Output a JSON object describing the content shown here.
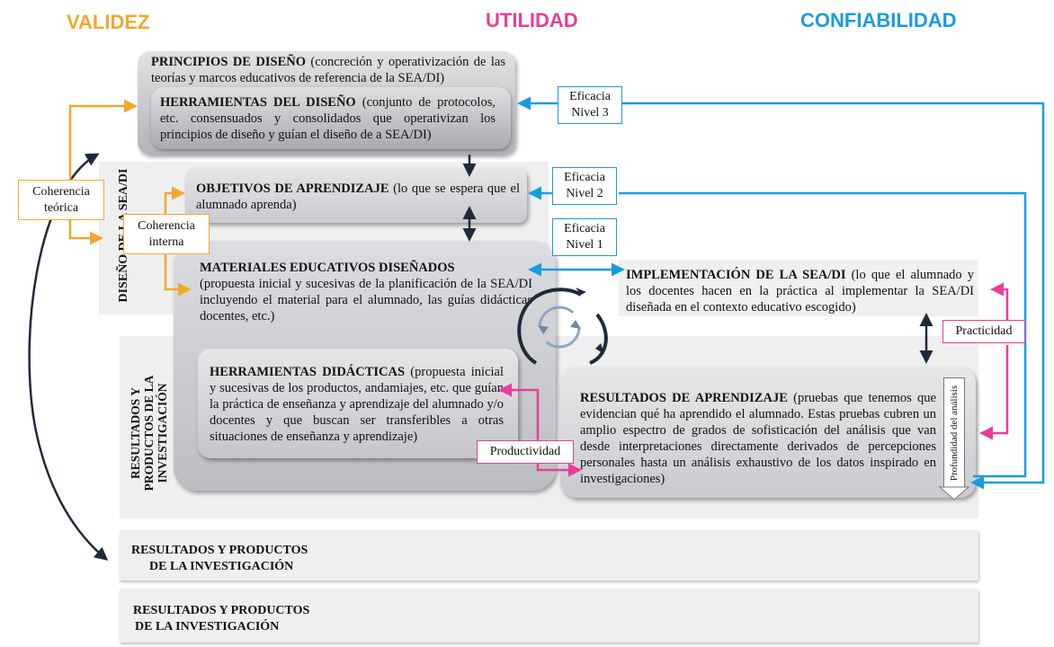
{
  "headers": {
    "validez": "VALIDEZ",
    "utilidad": "UTILIDAD",
    "confiabilidad": "CONFIABILIDAD"
  },
  "colors": {
    "validez": "#f0a830",
    "utilidad": "#e83e97",
    "confiabilidad": "#1a9be0",
    "dark": "#1f2a3a"
  },
  "boxes": {
    "principios": {
      "title": "PRINCIPIOS DE DISEÑO",
      "text": " (concreción y operativización de las teorías y marcos educativos de referencia de la SEA/DI)"
    },
    "herramientas_diseno": {
      "title": "HERRAMIENTAS DEL DISEÑO",
      "text": " (conjunto de protocolos, etc. consensuados y consolidados que operativizan los principios de diseño y guían el diseño de a SEA/DI)"
    },
    "objetivos": {
      "title": "OBJETIVOS DE APRENDIZAJE",
      "text": " (lo que se espera que el alumnado aprenda)"
    },
    "materiales": {
      "title": "MATERIALES EDUCATIVOS DISEÑADOS",
      "text": "(propuesta inicial y sucesivas de la planificación de la SEA/DI incluyendo el material para el alumnado, las guías didácticas docentes, etc.)"
    },
    "herramientas_didacticas": {
      "title": "HERRAMIENTAS DIDÁCTICAS",
      "text": " (propuesta inicial y sucesivas de los productos, andamiajes, etc. que guían la práctica de enseñanza y aprendizaje del alumnado y/o docentes y que buscan ser transferibles a otras situaciones de enseñanza y aprendizaje)"
    },
    "implementacion": {
      "title": "IMPLEMENTACIÓN DE LA SEA/DI",
      "text": " (lo que el alumnado y los docentes hacen en la práctica al implementar la SEA/DI diseñada en el contexto educativo escogido)"
    },
    "resultados_aprendizaje": {
      "title": "RESULTADOS DE APRENDIZAJE",
      "text": " (pruebas que tenemos que evidencian qué ha aprendido el alumnado. Estas pruebas cubren un amplio espectro de grados de sofisticación del análisis que van desde interpretaciones directamente derivados de percepciones personales hasta un análisis exhaustivo de los datos inspirado en investigaciones)"
    }
  },
  "labels": {
    "eficacia3": [
      "Eficacia",
      "Nivel 3"
    ],
    "eficacia2": [
      "Eficacia",
      "Nivel 2"
    ],
    "eficacia1": [
      "Eficacia",
      "Nivel 1"
    ],
    "coherencia_teorica": [
      "Coherencia",
      "teórica"
    ],
    "coherencia_interna": [
      "Coherencia",
      "interna"
    ],
    "practicidad": "Practicidad",
    "productividad": "Productividad",
    "profundidad": "Profundidad del análisis"
  },
  "bands": {
    "diseno": "DISEÑO DE LA SEA/DI",
    "resultados_vertical": [
      "RESULTADOS Y",
      "PRODUCTOS DE LA",
      "INVESTIGACIÓN"
    ],
    "row1": [
      "RESULTADOS Y PRODUCTOS",
      "DE LA INVESTIGACIÓN"
    ],
    "row2": [
      "RESULTADOS Y PRODUCTOS",
      "DE LA INVESTIGACIÓN"
    ]
  }
}
